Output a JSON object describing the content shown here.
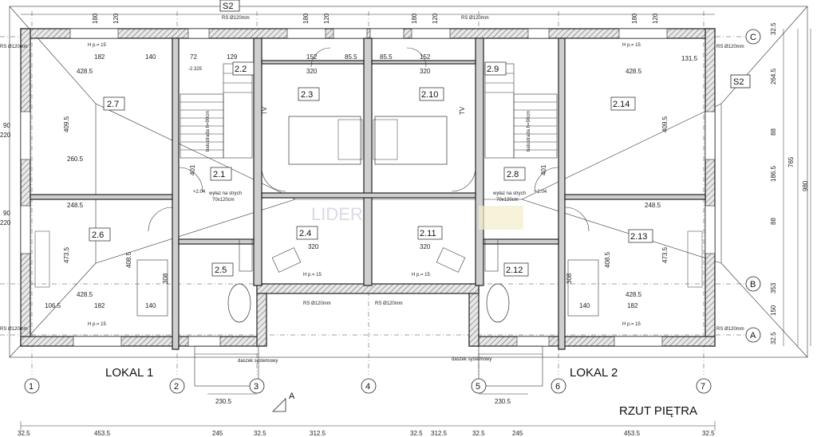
{
  "title": "RZUT PIĘTRA",
  "units": [
    "LOKAL 1",
    "LOKAL 2"
  ],
  "axes_x": [
    "1",
    "2",
    "3",
    "4",
    "5",
    "6",
    "7"
  ],
  "axes_y": [
    "C",
    "B",
    "A"
  ],
  "section_marks": [
    "S2",
    "S2"
  ],
  "section_arrow": "A",
  "rooms": [
    "2.1",
    "2.2",
    "2.3",
    "2.4",
    "2.5",
    "2.6",
    "2.7",
    "2.8",
    "2.9",
    "2.10",
    "2.11",
    "2.12",
    "2.13",
    "2.14"
  ],
  "vent_label": "RS Ø120mm",
  "sill_label": "H p.= 15",
  "tv_label": "TV",
  "attic_hatch": [
    "wyłaz na strych",
    "70x120cm"
  ],
  "canopy_label": "daszek systemowy",
  "stairs_note": "balustrada h=90cm",
  "watermark": "LIDER",
  "bottom_dims": [
    "32.5",
    "453.5",
    "245",
    "32.5",
    "312.5",
    "32.5",
    "312.5",
    "32.5",
    "245",
    "453.5",
    "32.5"
  ],
  "top_dims": [
    "180",
    "120",
    "180",
    "120",
    "180",
    "120",
    "180",
    "120"
  ],
  "right_dims": [
    "32.5",
    "264.5",
    "88",
    "186.5",
    "88",
    "353",
    "150",
    "32.5",
    "765",
    "980"
  ],
  "left_dims": [
    "90",
    "220",
    "90",
    "220"
  ],
  "inner_dims": {
    "widths": [
      "428.5",
      "182",
      "140",
      "72",
      "129",
      "320",
      "152",
      "85.5",
      "85.5",
      "152",
      "320",
      "248.5",
      "260.5",
      "409.5",
      "106.5",
      "131.5",
      "308",
      "220",
      "401",
      "248.5",
      "473.5",
      "408.5",
      "220",
      "230.5",
      "230.5"
    ],
    "levels": [
      "-2.325",
      "+2.04",
      "+2.04"
    ]
  }
}
